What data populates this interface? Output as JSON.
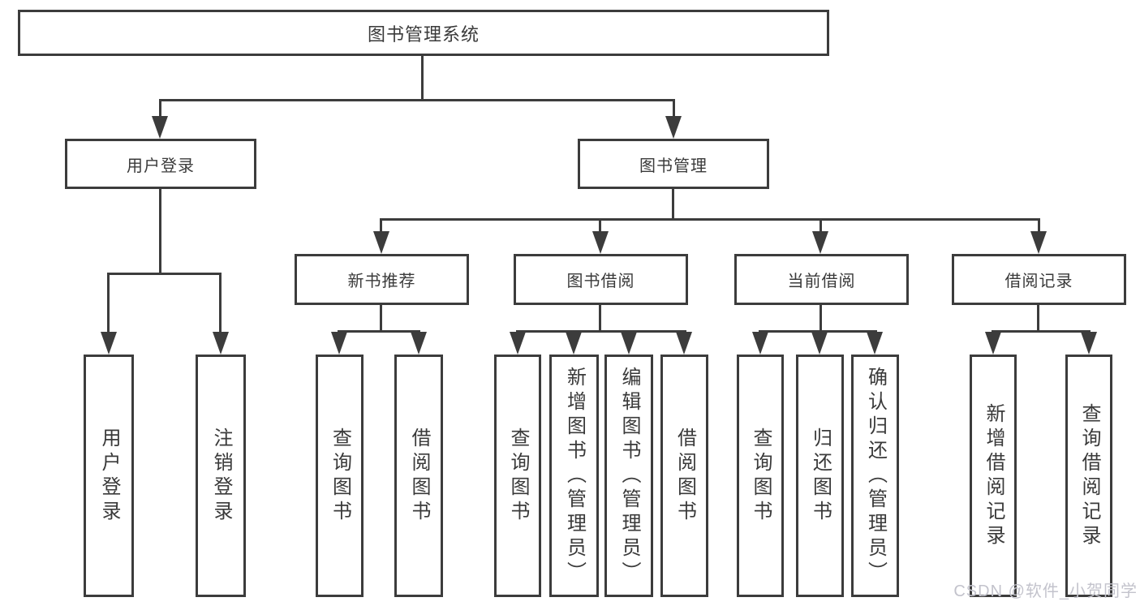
{
  "tree": {
    "root": "图书管理系统",
    "children": [
      {
        "label": "用户登录",
        "children": [
          "用户登录",
          "注销登录"
        ]
      },
      {
        "label": "图书管理",
        "children": [
          {
            "label": "新书推荐",
            "children": [
              "查询图书",
              "借阅图书"
            ]
          },
          {
            "label": "图书借阅",
            "children": [
              "查询图书",
              "新增图书（管理员）",
              "编辑图书（管理员）",
              "借阅图书"
            ]
          },
          {
            "label": "当前借阅",
            "children": [
              "查询图书",
              "归还图书",
              "确认归还（管理员）"
            ]
          },
          {
            "label": "借阅记录",
            "children": [
              "新增借阅记录",
              "查询借阅记录"
            ]
          }
        ]
      }
    ]
  },
  "watermark": {
    "text": "CSDN @软件_小贺同学"
  },
  "colors": {
    "line": "#3c3c3c",
    "text": "#3a3a3a",
    "box_background": "#ffffff",
    "watermark": "#c3c3cc"
  }
}
